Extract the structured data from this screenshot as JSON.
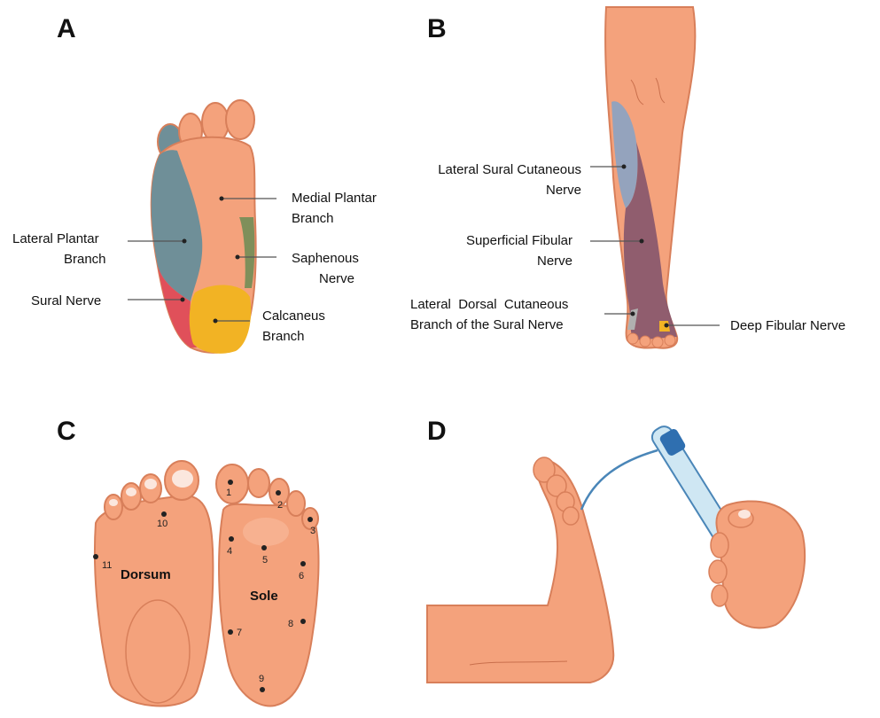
{
  "panels": {
    "a": {
      "letter": "A",
      "labels": {
        "medial_plantar_1": "Medial Plantar",
        "medial_plantar_2": "Branch",
        "lateral_plantar_1": "Lateral Plantar",
        "lateral_plantar_2": "Branch",
        "saphenous_1": "Saphenous",
        "saphenous_2": "Nerve",
        "sural": "Sural Nerve",
        "calcaneus_1": "Calcaneus",
        "calcaneus_2": "Branch"
      }
    },
    "b": {
      "letter": "B",
      "labels": {
        "lateral_sural_1": "Lateral Sural Cutaneous",
        "lateral_sural_2": "Nerve",
        "superficial_fibular_1": "Superficial Fibular",
        "superficial_fibular_2": "Nerve",
        "lateral_dorsal_1": "Lateral  Dorsal  Cutaneous",
        "lateral_dorsal_2": "Branch of the Sural Nerve",
        "deep_fibular": "Deep Fibular Nerve"
      }
    },
    "c": {
      "letter": "C",
      "dorsum": "Dorsum",
      "sole": "Sole",
      "points": [
        "1",
        "2",
        "3",
        "4",
        "5",
        "6",
        "7",
        "8",
        "9",
        "10",
        "11"
      ]
    },
    "d": {
      "letter": "D"
    }
  },
  "colors": {
    "skin": "#f4a27c",
    "skin_dark": "#d87f5a",
    "lateral_plantar": "#6f8f98",
    "saphenous": "#7f8f5a",
    "sural": "#e0505a",
    "calcaneus": "#f2b324",
    "fibular": "#8a5a6e",
    "lateral_sural": "#8aa3c4",
    "monofilament": "#9fd0ea"
  }
}
